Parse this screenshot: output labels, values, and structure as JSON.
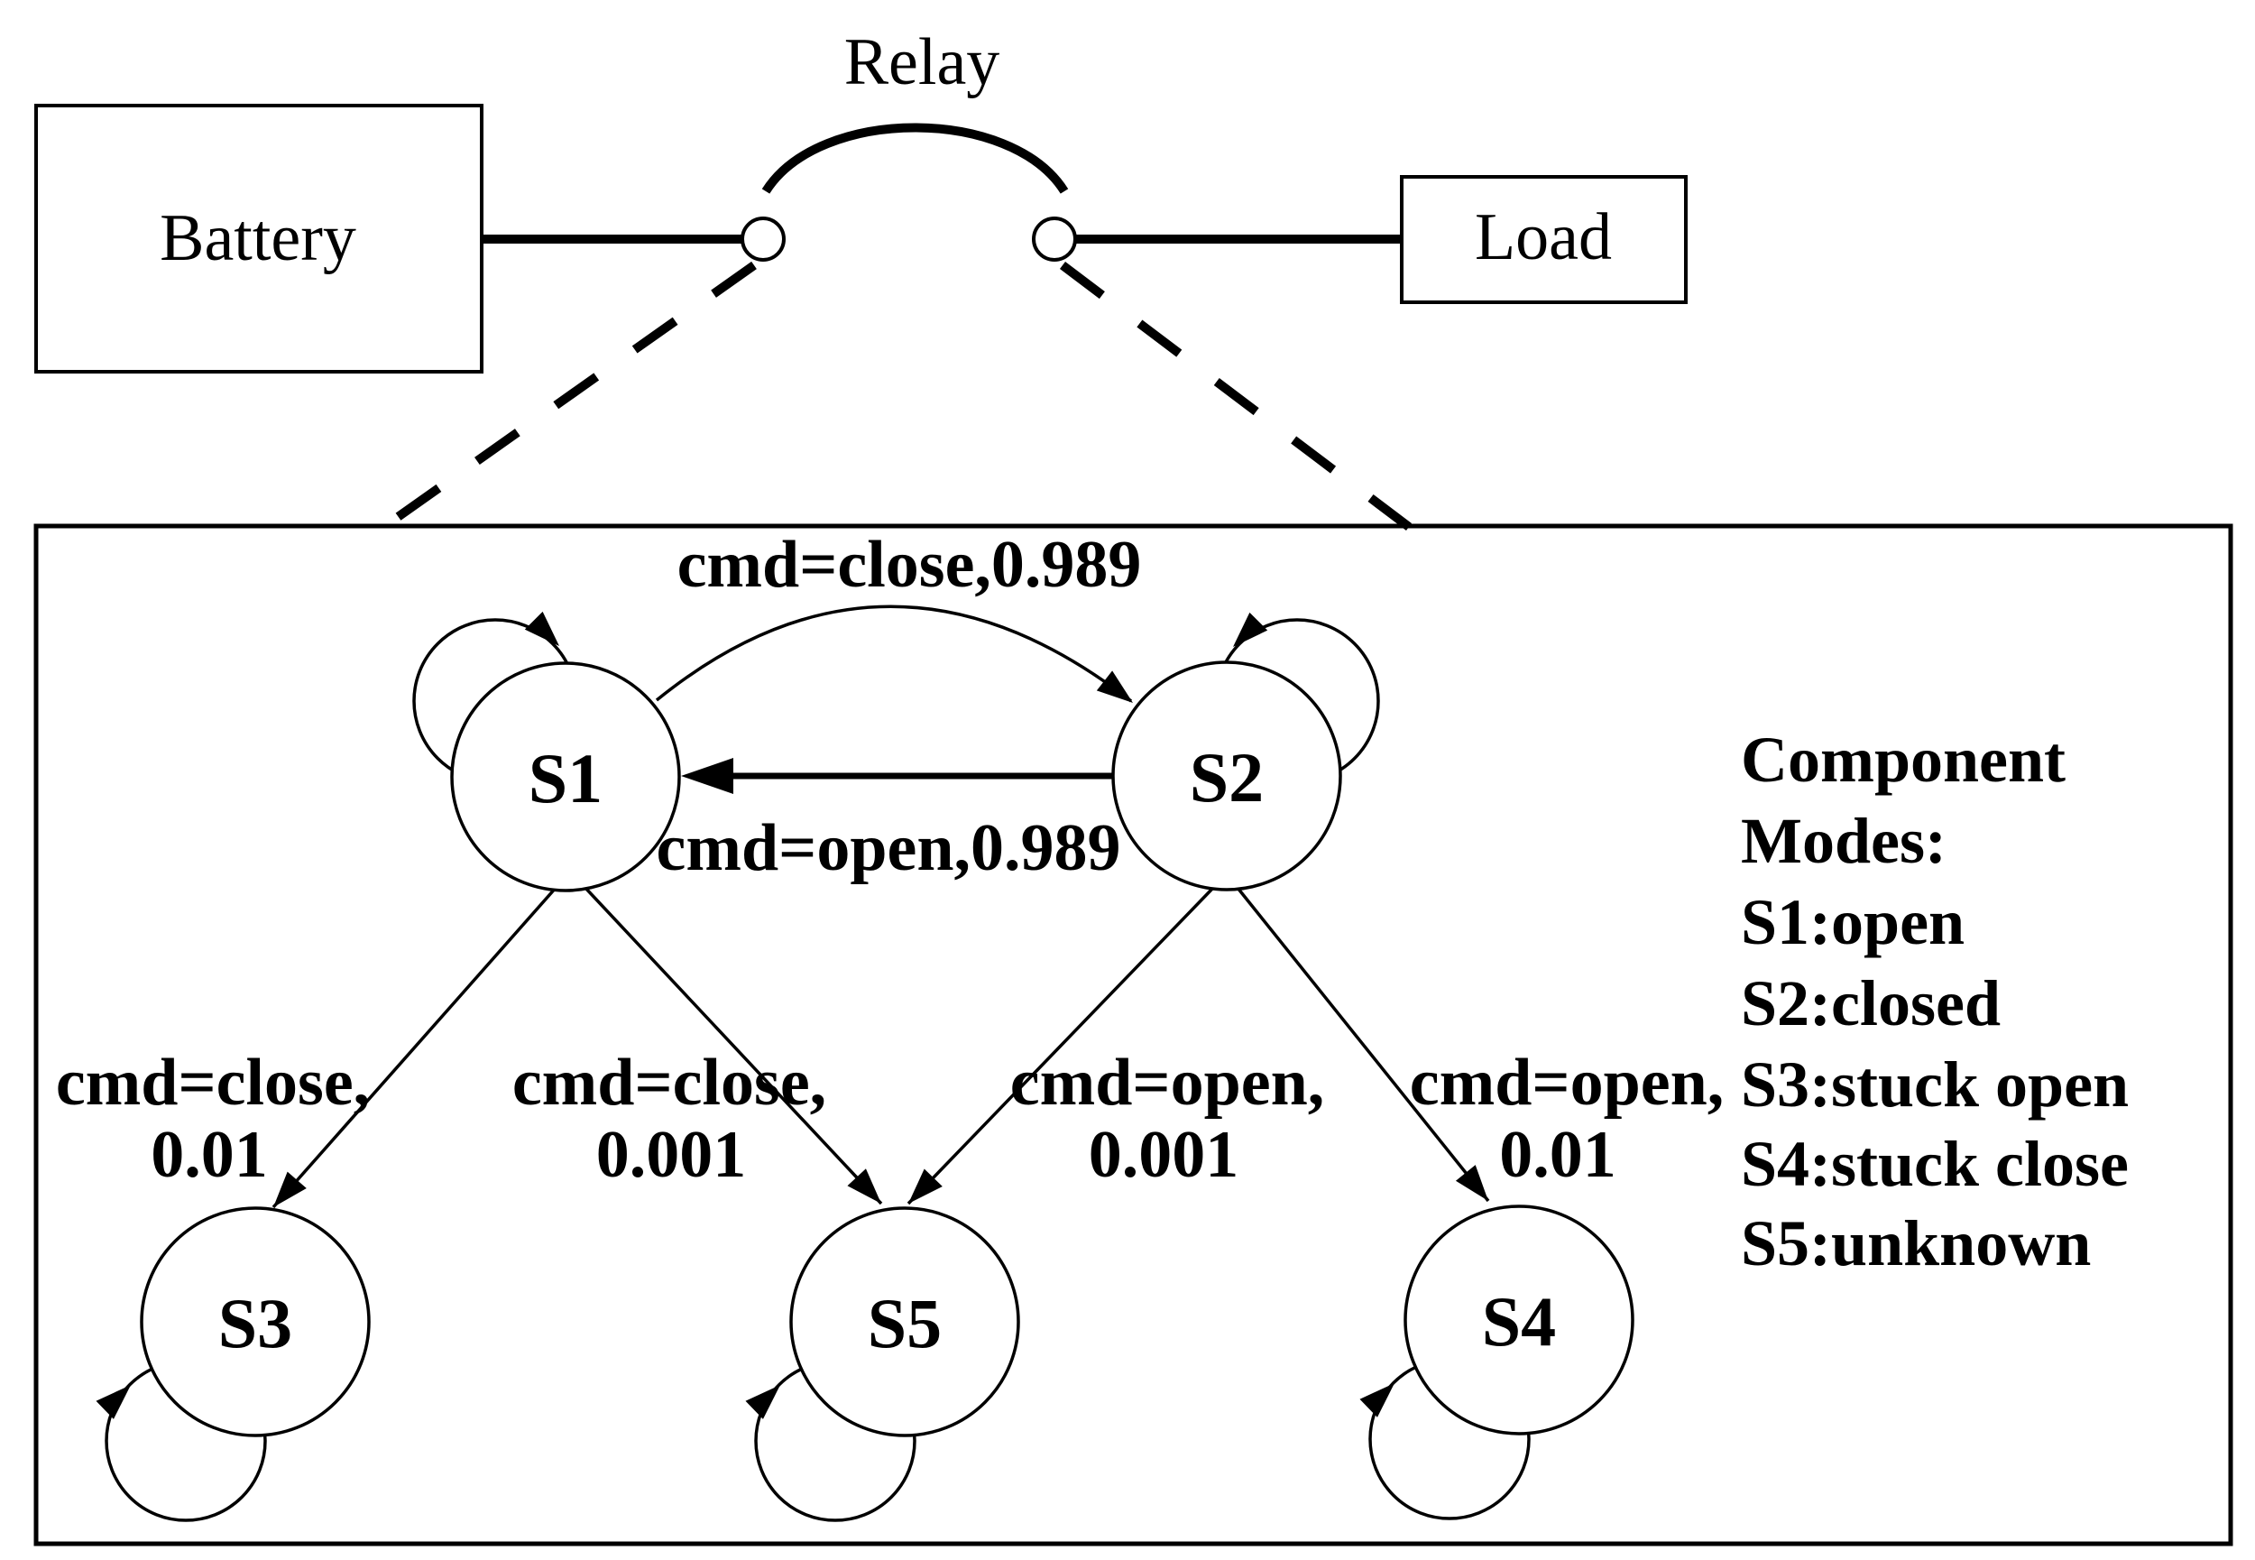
{
  "circuit": {
    "battery_label": "Battery",
    "relay_label": "Relay",
    "load_label": "Load"
  },
  "state_machine": {
    "states": [
      {
        "label": "S1"
      },
      {
        "label": "S2"
      },
      {
        "label": "S3"
      },
      {
        "label": "S4"
      },
      {
        "label": "S5"
      }
    ],
    "transitions": {
      "s1_to_s2": {
        "label": "cmd=close,0.989"
      },
      "s2_to_s1": {
        "label": "cmd=open,0.989"
      },
      "s1_to_s3": {
        "line1": "cmd=close,",
        "line2": "0.01"
      },
      "s1_to_s5": {
        "line1": "cmd=close,",
        "line2": "0.001"
      },
      "s2_to_s5": {
        "line1": "cmd=open,",
        "line2": "0.001"
      },
      "s2_to_s4": {
        "line1": "cmd=open,",
        "line2": "0.01"
      }
    },
    "legend": {
      "title_line1": "Component",
      "title_line2": "Modes:",
      "items": [
        "S1:open",
        "S2:closed",
        "S3:stuck open",
        "S4:stuck close",
        "S5:unknown"
      ]
    }
  },
  "colors": {
    "ink": "#000000",
    "background": "#ffffff"
  }
}
